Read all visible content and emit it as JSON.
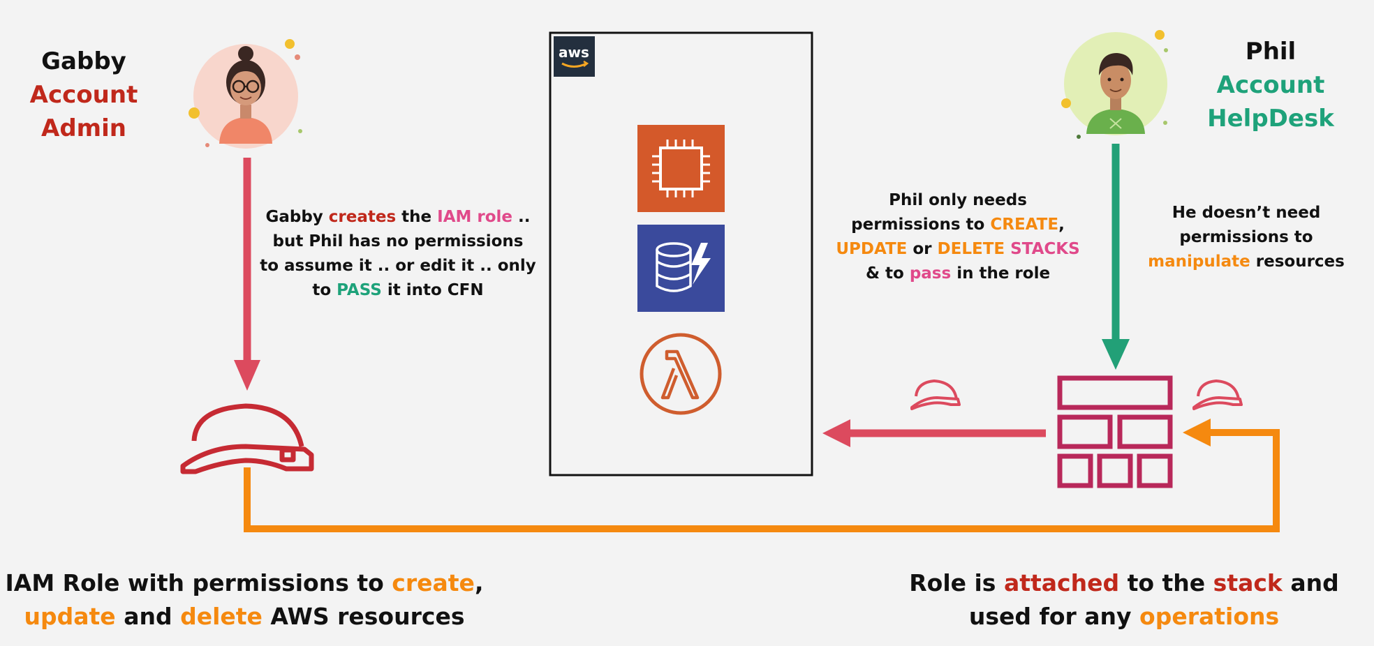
{
  "gabby": {
    "name": "Gabby",
    "role_line1": "Account",
    "role_line2": "Admin"
  },
  "phil": {
    "name": "Phil",
    "role_line1": "Account",
    "role_line2": "HelpDesk"
  },
  "aws_logo": "aws",
  "note_gabby": {
    "l1a": "Gabby ",
    "l1b": "creates",
    "l1c": " the ",
    "l1d": "IAM role",
    "l1e": " ..",
    "l2": "but Phil has no permissions",
    "l3": "to assume it .. or edit it .. only",
    "l4a": "to ",
    "l4b": "PASS",
    "l4c": " it into CFN"
  },
  "note_phil": {
    "l1": "Phil only needs",
    "l2a": "permissions to ",
    "l2b": "CREATE",
    "l2c": ",",
    "l3a": "UPDATE",
    "l3b": " or ",
    "l3c": "DELETE",
    "l3d": " ",
    "l3e": "STACKS",
    "l4a": "& to ",
    "l4b": "pass",
    "l4c": " in the role"
  },
  "note_resources": {
    "l1": "He doesn’t need",
    "l2": "permissions to",
    "l3a": "manipulate",
    "l3b": " resources"
  },
  "caption_left": {
    "l1a": "IAM Role with permissions to ",
    "l1b": "create",
    "l1c": ",",
    "l2a": "update",
    "l2b": " and ",
    "l2c": "delete",
    "l2d": " AWS resources"
  },
  "caption_right": {
    "l1a": "Role is ",
    "l1b": "attached",
    "l1c": " to the ",
    "l1d": "stack",
    "l1e": " and",
    "l2a": "used for any ",
    "l2b": "operations"
  },
  "colors": {
    "red_arrow": "#dc4a5e",
    "green_arrow": "#22a077",
    "orange_line": "#f5890f",
    "helmet": "#c62a33",
    "stack": "#b8285a",
    "ec2": "#d4592a",
    "dynamodb": "#3a4a9c",
    "lambda": "#cf5d2e"
  }
}
